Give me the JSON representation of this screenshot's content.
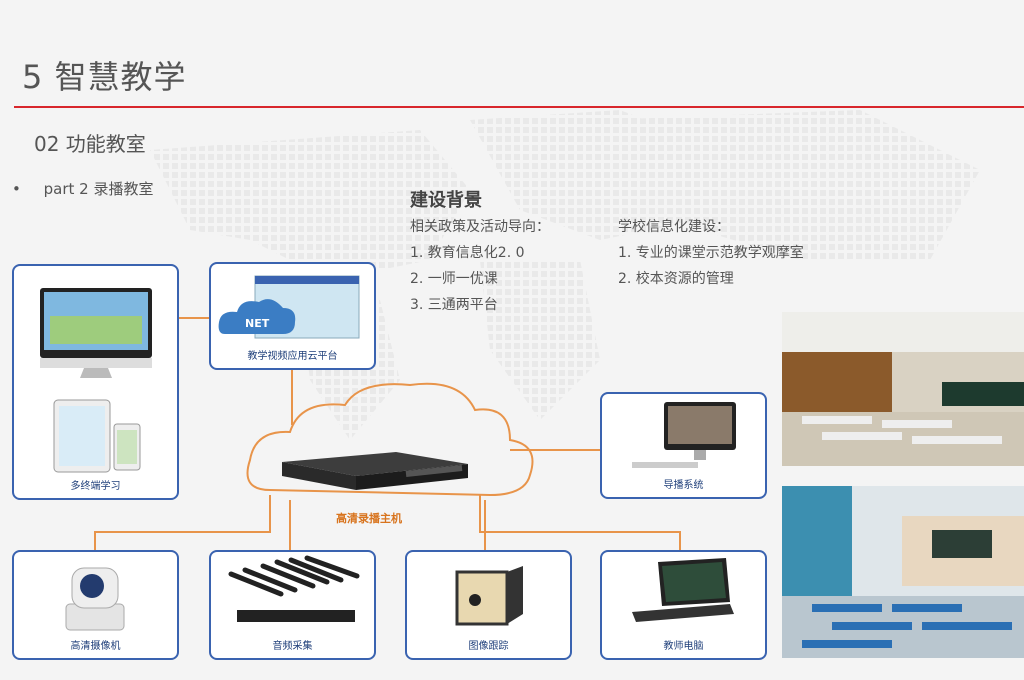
{
  "header": {
    "title": "5 智慧教学",
    "subtitle": "02 功能教室",
    "bullet": "part 2 录播教室",
    "bullet_marker": "•"
  },
  "background_section": {
    "heading": "建设背景",
    "left_title": "相关政策及活动导向：",
    "left_items": [
      "1. 教育信息化2. 0",
      "2. 一师一优课",
      "3. 三通两平台"
    ],
    "right_title": "学校信息化建设：",
    "right_items": [
      "1. 专业的课堂示范教学观摩室",
      "2. 校本资源的管理"
    ]
  },
  "diagram": {
    "host_label": "高清录播主机",
    "nodes": {
      "multi_terminal": "多终端学习",
      "cloud_platform": "教学视频应用云平台",
      "directing": "导播系统",
      "camera": "高清摄像机",
      "audio": "音频采集",
      "tracking": "图像跟踪",
      "teacher_pc": "教师电脑"
    },
    "net_badge": "NET"
  },
  "colors": {
    "accent_red": "#d8262c",
    "box_border": "#3a63b0",
    "link_orange": "#e8944a"
  }
}
